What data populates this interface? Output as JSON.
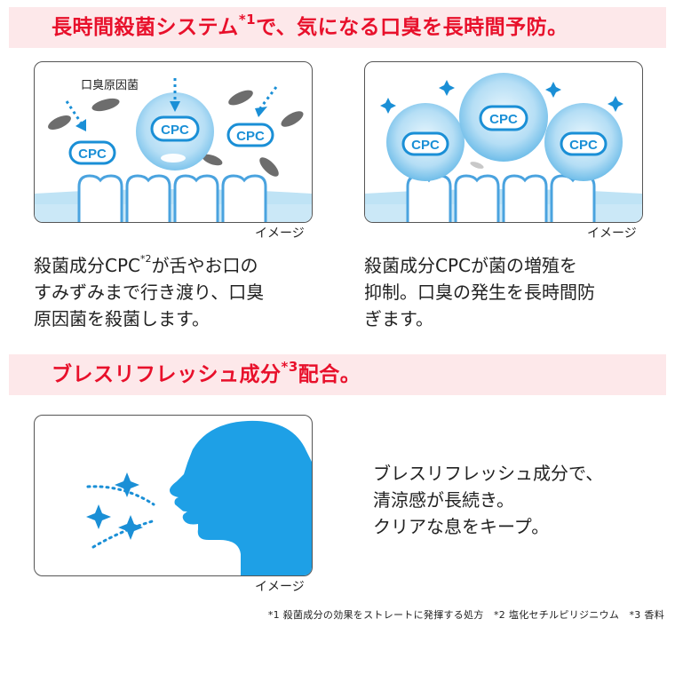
{
  "section1": {
    "title_main": "長時間殺菌システム",
    "title_sup": "*1",
    "title_rest": "で、気になる口臭を長時間予防。"
  },
  "panel_left": {
    "bacteria_label": "口臭原因菌",
    "cpc_label": "CPC",
    "caption": "イメージ"
  },
  "panel_right": {
    "cpc_label": "CPC",
    "caption": "イメージ"
  },
  "desc_left": {
    "line1_a": "殺菌成分CPC",
    "line1_sup": "*2",
    "line1_b": "が舌やお口の",
    "line2": "すみずみまで行き渡り、口臭",
    "line3": "原因菌を殺菌します。"
  },
  "desc_right": {
    "line1": "殺菌成分CPCが菌の増殖を",
    "line2": "抑制。口臭の発生を長時間防",
    "line3": "ぎます。"
  },
  "section2": {
    "title_main": "ブレスリフレッシュ成分",
    "title_sup": "*3",
    "title_rest": "配合。"
  },
  "panel_bottom": {
    "caption": "イメージ"
  },
  "desc_bottom": {
    "line1": "ブレスリフレッシュ成分で、",
    "line2": "清涼感が長続き。",
    "line3": "クリアな息をキープ。"
  },
  "footnote": "*1 殺菌成分の効果をストレートに発揮する処方　*2 塩化セチルピリジニウム　*3 香料",
  "colors": {
    "title_red": "#e8102b",
    "banner_pink": "#fde8ea",
    "tooth_blue": "#4aa3df",
    "cpc_blue": "#1a8fd6",
    "head_blue": "#1ea0e6"
  }
}
